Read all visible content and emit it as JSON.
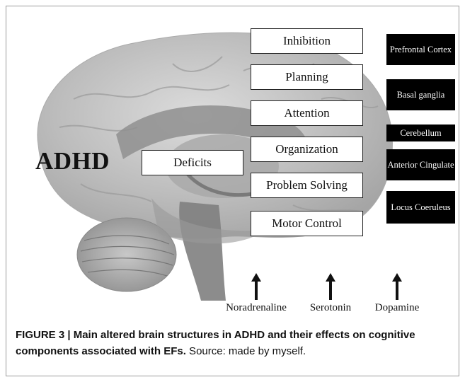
{
  "figure": {
    "title_word": "ADHD",
    "center_label": "Deficits",
    "executive_functions": [
      "Inhibition",
      "Planning",
      "Attention",
      "Organization",
      "Problem Solving",
      "Motor Control"
    ],
    "brain_regions": [
      "Prefrontal Cortex",
      "Basal ganglia",
      "Cerebellum",
      "Anterior Cingulate",
      "Locus Coeruleus"
    ],
    "neurotransmitters": [
      "Noradrenaline",
      "Serotonin",
      "Dopamine"
    ]
  },
  "caption": {
    "bold": "FIGURE 3 | Main altered brain structures in ADHD and their effects on cognitive components associated with EFs.",
    "normal": " Source: made by myself."
  },
  "colors": {
    "region_bg": "#000000",
    "region_text": "#ffffff",
    "brain_tone": "#9b9b9b"
  }
}
